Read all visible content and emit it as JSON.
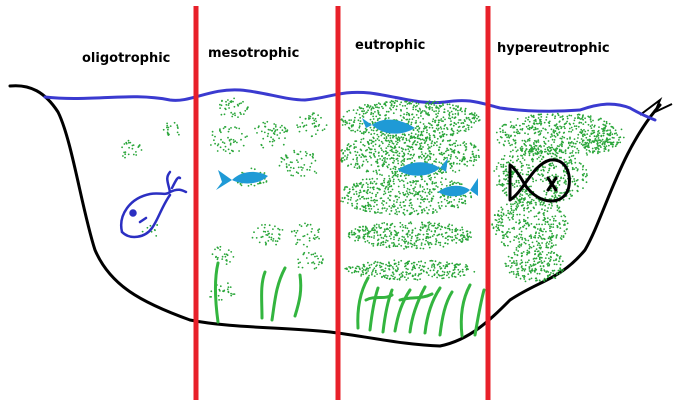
{
  "zones": [
    {
      "label": "oligotrophic"
    },
    {
      "label": "mesotrophic"
    },
    {
      "label": "eutrophic"
    },
    {
      "label": "hypereutrophic"
    }
  ],
  "colors": {
    "water": "#3a3ad0",
    "divider": "#e8202a",
    "algae": "#2aa63a",
    "plant": "#33b53f",
    "fish": "#1f9ad6",
    "dead_fish": "#2b2fc2",
    "outline": "#000000"
  }
}
